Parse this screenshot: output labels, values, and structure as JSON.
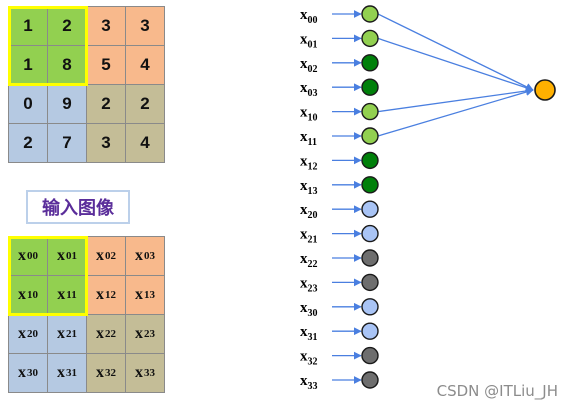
{
  "input_grid": {
    "rows": [
      [
        "1",
        "2",
        "3",
        "3"
      ],
      [
        "1",
        "8",
        "5",
        "4"
      ],
      [
        "0",
        "9",
        "2",
        "2"
      ],
      [
        "2",
        "7",
        "3",
        "4"
      ]
    ]
  },
  "caption": "输入图像",
  "index_grid": {
    "rows": [
      [
        "00",
        "01",
        "02",
        "03"
      ],
      [
        "10",
        "11",
        "12",
        "13"
      ],
      [
        "20",
        "21",
        "22",
        "23"
      ],
      [
        "30",
        "31",
        "32",
        "33"
      ]
    ],
    "prefix": "x"
  },
  "network": {
    "inputs": [
      {
        "label": "00",
        "color": "#92d050"
      },
      {
        "label": "01",
        "color": "#92d050"
      },
      {
        "label": "02",
        "color": "#00800a"
      },
      {
        "label": "03",
        "color": "#00800a"
      },
      {
        "label": "10",
        "color": "#92d050"
      },
      {
        "label": "11",
        "color": "#92d050"
      },
      {
        "label": "12",
        "color": "#00800a"
      },
      {
        "label": "13",
        "color": "#00800a"
      },
      {
        "label": "20",
        "color": "#a9c4f5"
      },
      {
        "label": "21",
        "color": "#a9c4f5"
      },
      {
        "label": "22",
        "color": "#6e6e6e"
      },
      {
        "label": "23",
        "color": "#6e6e6e"
      },
      {
        "label": "30",
        "color": "#a9c4f5"
      },
      {
        "label": "31",
        "color": "#a9c4f5"
      },
      {
        "label": "32",
        "color": "#6e6e6e"
      },
      {
        "label": "33",
        "color": "#6e6e6e"
      }
    ],
    "connected": [
      "00",
      "01",
      "10",
      "11"
    ],
    "output_color": "#ffb000",
    "arrow_color": "#4a7fe0"
  },
  "quadrant_colors": {
    "top_left": "#92d050",
    "top_right": "#f8b98c",
    "bottom_left": "#b5c9e2",
    "bottom_right": "#c4bd97"
  },
  "watermark": "CSDN @ITLiu_JH"
}
